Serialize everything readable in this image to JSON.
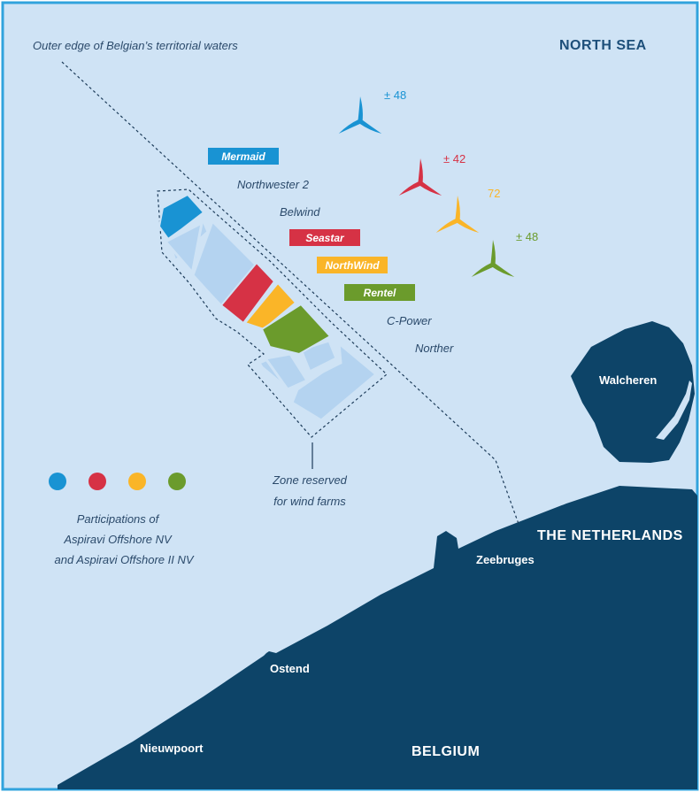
{
  "colors": {
    "sea": "#cfe3f5",
    "land": "#0d4468",
    "zone": "#b4d3f0",
    "border": "#31a3dd",
    "blue": "#1993d3",
    "red": "#d63245",
    "yellow": "#fab528",
    "green": "#6b9b2c"
  },
  "labels": {
    "territorial_edge": "Outer edge of Belgian’s territorial waters",
    "north_sea": "NORTH SEA",
    "walcheren": "Walcheren",
    "netherlands": "THE NETHERLANDS",
    "zeebrugge": "Zeebruges",
    "ostend": "Ostend",
    "nieuwpoort": "Nieuwpoort",
    "belgium": "BELGIUM",
    "zone_reserved_line1": "Zone reserved",
    "zone_reserved_line2": "for wind farms",
    "participations_line1": "Participations of",
    "participations_line2": "Aspiravi Offshore NV",
    "participations_line3": "and Aspiravi Offshore II NV"
  },
  "wind_farms": [
    {
      "name": "Mermaid",
      "highlighted": true,
      "color": "blue"
    },
    {
      "name": "Northwester 2",
      "highlighted": false
    },
    {
      "name": "Belwind",
      "highlighted": false
    },
    {
      "name": "Seastar",
      "highlighted": true,
      "color": "red"
    },
    {
      "name": "NorthWind",
      "highlighted": true,
      "color": "yellow"
    },
    {
      "name": "Rentel",
      "highlighted": true,
      "color": "green"
    },
    {
      "name": "C-Power",
      "highlighted": false
    },
    {
      "name": "Norther",
      "highlighted": false
    }
  ],
  "turbines": [
    {
      "count": "± 48",
      "color": "blue"
    },
    {
      "count": "± 42",
      "color": "red"
    },
    {
      "count": "72",
      "color": "yellow"
    },
    {
      "count": "± 48",
      "color": "green"
    }
  ],
  "legend_dots": [
    "blue",
    "red",
    "yellow",
    "green"
  ]
}
